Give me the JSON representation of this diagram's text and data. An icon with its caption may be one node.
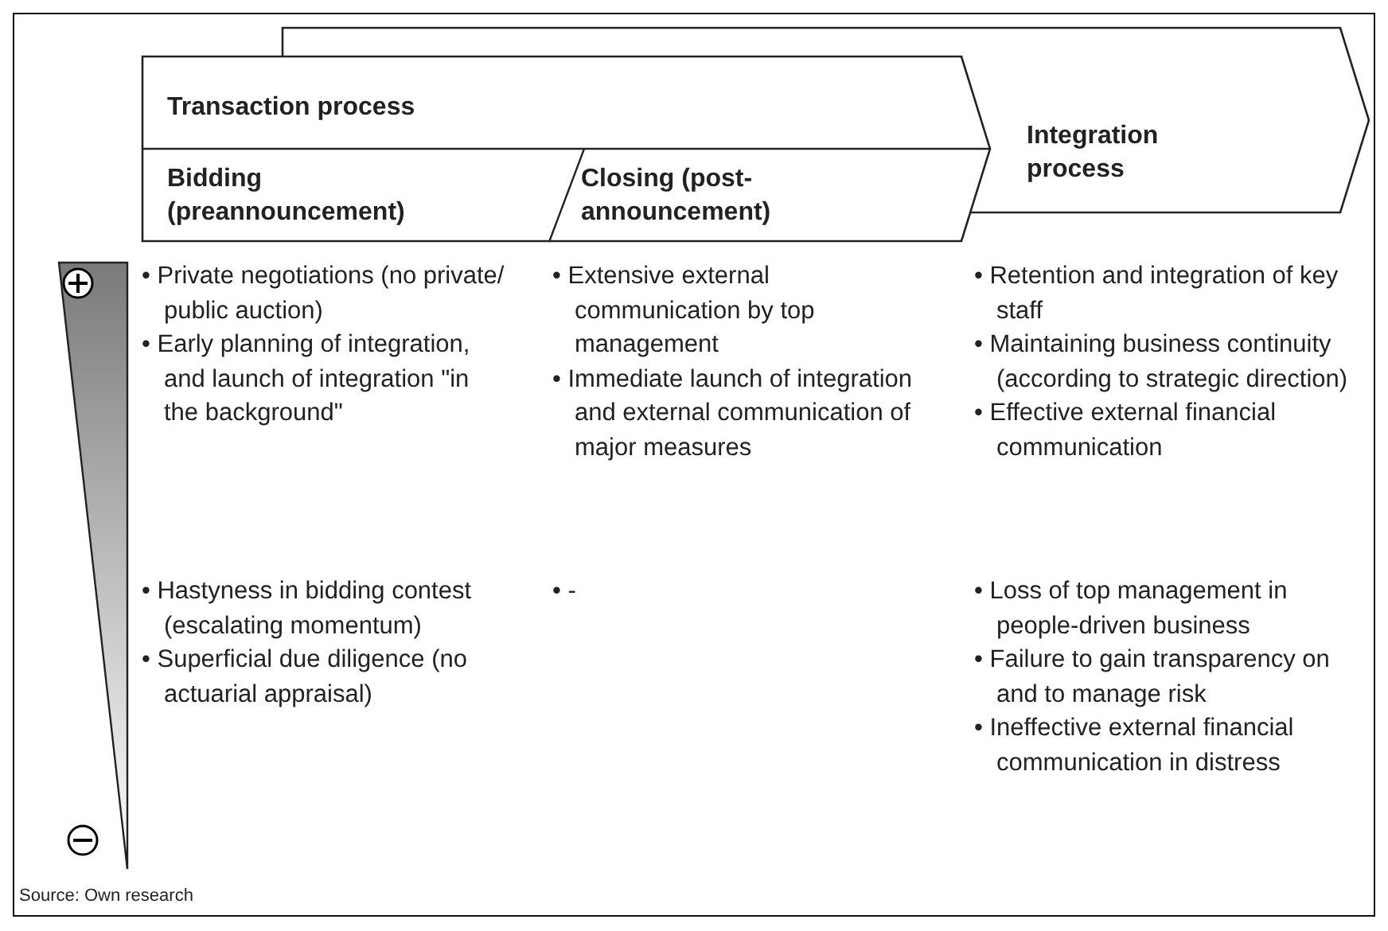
{
  "diagram": {
    "caption": "Source: Own research",
    "nodes": [
      {
        "text": [
          "Transaction process"
        ]
      },
      {
        "text": [
          "Bidding (preannouncement)"
        ],
        "in": 0
      },
      {
        "text": [
          "Closing (post-announcement)"
        ],
        "in": 0
      },
      {
        "text": [
          "Integration process"
        ]
      }
    ],
    "edges": [],
    "labels": [
      "• Private negotiations (no private/ public auction)",
      "• Early planning of integration, and launch of integration \"in the background\"",
      "• Extensive external communication by top management",
      "• Immediate launch of integration and external communication of major measures",
      "• Retention and integration of key staff",
      "• Maintaining business continuity (according to strategic direction)",
      "• Effective external financial communication",
      "• Hastyness in bidding contest (escalating momentum)",
      "• Superficial due diligence (no actuarial appraisal)",
      "• -",
      "• Loss of top management in people-driven business",
      "• Failure to gain transparency on and to manage risk",
      "• Ineffective external financial communication in distress"
    ]
  }
}
